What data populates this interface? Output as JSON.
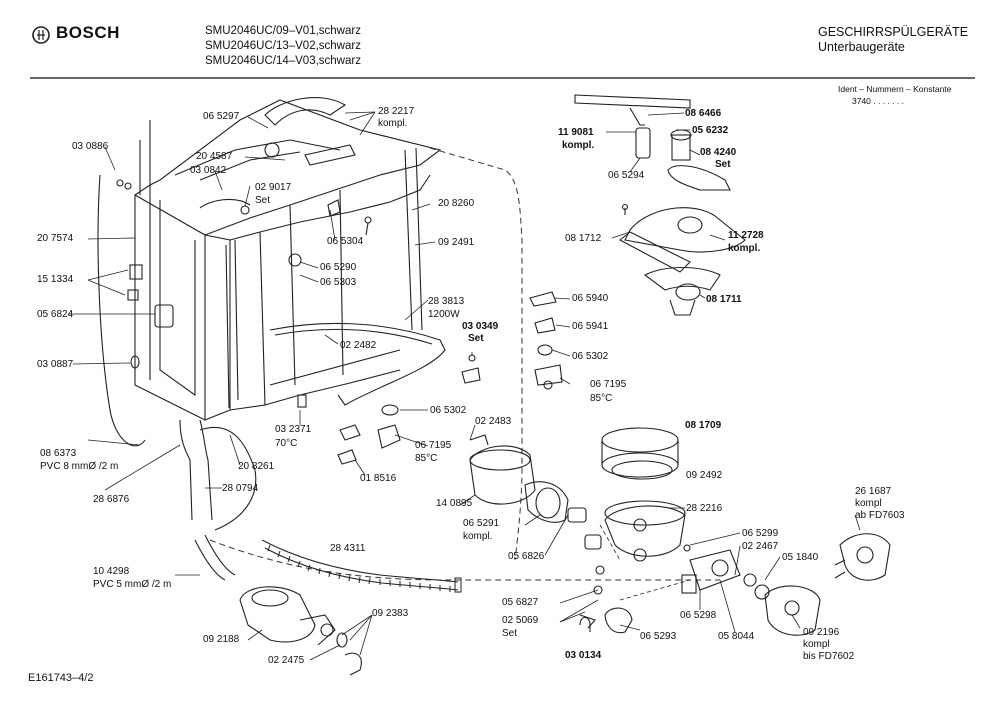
{
  "header": {
    "brand": "BOSCH",
    "models": [
      "SMU2046UC/09–V01,schwarz",
      "SMU2046UC/13–V02,schwarz",
      "SMU2046UC/14–V03,schwarz"
    ],
    "category": "GESCHIRRSPÜLGERÄTE",
    "subcategory": "Unterbaugeräte",
    "ident_line": "Ident – Nummern – Konstante",
    "ident_value": "3740 . . . . . . ."
  },
  "footer": {
    "doc_id": "E161743–4/2"
  },
  "labels": {
    "l065297": "06 5297",
    "l282217": "28 2217",
    "l282217k": "kompl.",
    "l030886": "03 0886",
    "l204587": "20 4587",
    "l030842": "03 0842",
    "l029017": "02 9017",
    "l029017s": "Set",
    "l208260": "20 8260",
    "l092491": "09 2491",
    "l207574": "20 7574",
    "l065304": "06 5304",
    "l065290": "06 5290",
    "l065303": "06 5303",
    "l151334": "15 1334",
    "l283813": "28 3813",
    "l283813w": "1200W",
    "l056824": "05 6824",
    "l022482": "02 2482",
    "l030349": "03 0349",
    "l030349s": "Set",
    "l030887": "03 0887",
    "l065302a": "06 5302",
    "l032371": "03 2371",
    "l032371t": "70°C",
    "l067195a": "06 7195",
    "l067195at": "85°C",
    "l086373": "08 6373",
    "l086373p": "PVC 8 mmØ /2 m",
    "l208261": "20 8261",
    "l018516": "01 8516",
    "l286876": "28 6876",
    "l280794": "28 0794",
    "l104298": "10 4298",
    "l104298p": "PVC 5 mmØ /2 m",
    "l284311": "28 4311",
    "l092188": "09 2188",
    "l092383": "09 2383",
    "l022475": "02 2475",
    "l086466": "08 6466",
    "l119081": "11 9081",
    "l119081k": "kompl.",
    "l056232": "05 6232",
    "l084240": "08 4240",
    "l084240s": "Set",
    "l065294": "06 5294",
    "l081712": "08 1712",
    "l112728": "11 2728",
    "l112728k": "kompl.",
    "l081711": "08 1711",
    "l065940": "06 5940",
    "l065941": "06 5941",
    "l065302b": "06 5302",
    "l067195b": "06 7195",
    "l067195bt": "85°C",
    "l022483": "02 2483",
    "l081709": "08 1709",
    "l092492": "09 2492",
    "l140895": "14 0895",
    "l065291": "06 5291",
    "l065291k": "kompl.",
    "l056826": "05 6826",
    "l282216": "28 2216",
    "l261687": "26 1687",
    "l261687k": "kompl",
    "l261687a": "ab FD7603",
    "l065299": "06 5299",
    "l022467": "02 2467",
    "l051840": "05 1840",
    "l056827": "05 6827",
    "l025069": "02 5069",
    "l025069s": "Set",
    "l030134": "03 0134",
    "l065293": "06 5293",
    "l065298": "06 5298",
    "l058044": "05 8044",
    "l092196": "09 2196",
    "l092196k": "kompl",
    "l092196b": "bis FD7602"
  }
}
